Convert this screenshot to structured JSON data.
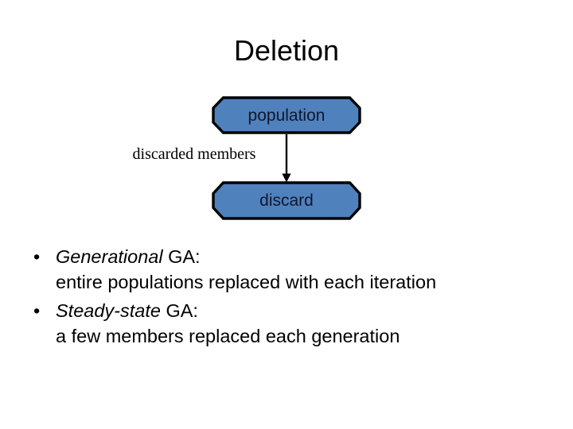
{
  "slide": {
    "title": "Deletion",
    "background_color": "#ffffff",
    "text_color": "#000000"
  },
  "diagram": {
    "node_fill_color": "#4F81BD",
    "node_border_color": "#000000",
    "node_label_color": "#11162b",
    "nodes": [
      {
        "id": "population",
        "label": "population",
        "shape": "octagon"
      },
      {
        "id": "discard",
        "label": "discard",
        "shape": "octagon"
      }
    ],
    "edges": [
      {
        "from": "population",
        "to": "discard",
        "label": "discarded members",
        "arrow": "down",
        "color": "#000000"
      }
    ]
  },
  "bullets": [
    {
      "marker": "•",
      "lead": "Generational",
      "rest": " GA:",
      "line2": "entire populations replaced with each iteration"
    },
    {
      "marker": "•",
      "lead": "Steady-state",
      "rest": " GA:",
      "line2": "a few members replaced each generation"
    }
  ]
}
